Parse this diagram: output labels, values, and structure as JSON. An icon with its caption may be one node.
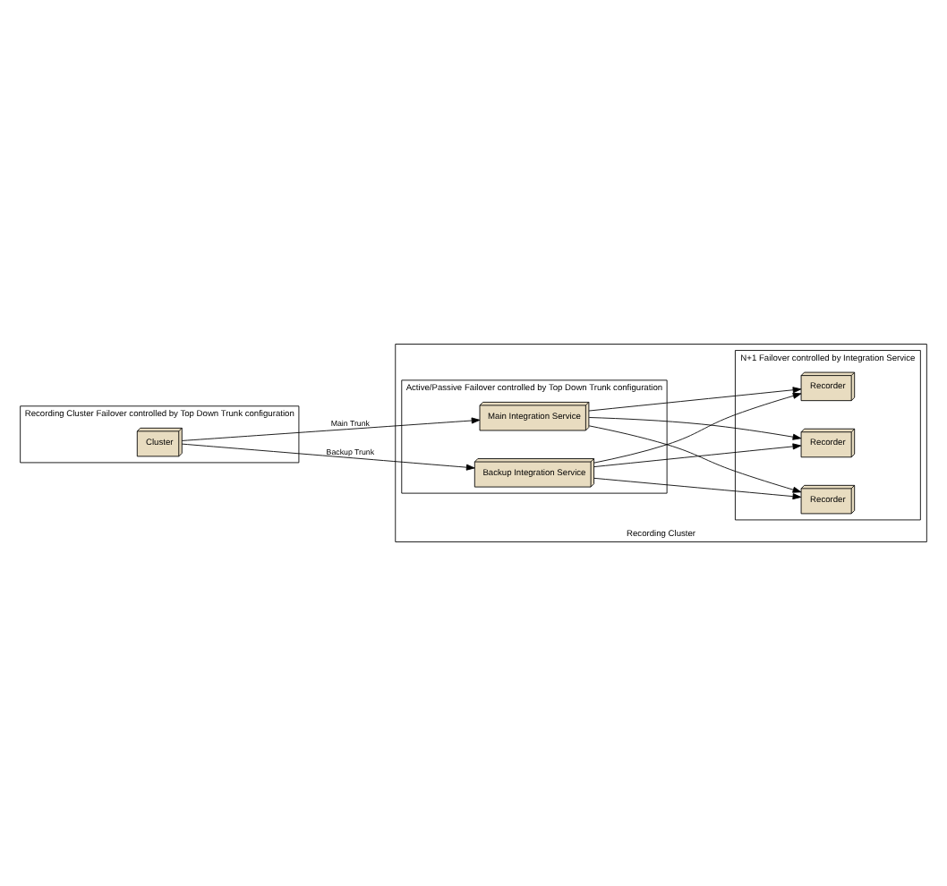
{
  "diagram": {
    "nodes": [
      {
        "text": [
          "Recording Cluster Failover controlled by Top Down Trunk configuration"
        ]
      },
      {
        "text": [
          "Recording Cluster"
        ]
      },
      {
        "text": [
          "Active/Passive Failover controlled by Top Down Trunk configuration"
        ],
        "in": 1
      },
      {
        "text": [
          "N+1 Failover controlled by Integration Service"
        ],
        "in": 1
      },
      {
        "text": [
          "Cluster"
        ],
        "in": 0
      },
      {
        "text": [
          "Main Integration Service"
        ],
        "in": 2
      },
      {
        "text": [
          "Backup Integration Service"
        ],
        "in": 2
      },
      {
        "text": [
          "Recorder"
        ],
        "in": 3
      },
      {
        "text": [
          "Recorder"
        ],
        "in": 3
      },
      {
        "text": [
          "Recorder"
        ],
        "in": 3
      }
    ],
    "edges": [
      {
        "from": 4,
        "to": 5,
        "arrow": "to",
        "label": "Main Trunk"
      },
      {
        "from": 4,
        "to": 6,
        "arrow": "to",
        "label": "Backup Trunk"
      },
      {
        "from": 5,
        "to": 7,
        "arrow": "to"
      },
      {
        "from": 5,
        "to": 8,
        "arrow": "to"
      },
      {
        "from": 5,
        "to": 9,
        "arrow": "to"
      },
      {
        "from": 6,
        "to": 7,
        "arrow": "to"
      },
      {
        "from": 6,
        "to": 8,
        "arrow": "to"
      },
      {
        "from": 6,
        "to": 9,
        "arrow": "to"
      }
    ]
  }
}
